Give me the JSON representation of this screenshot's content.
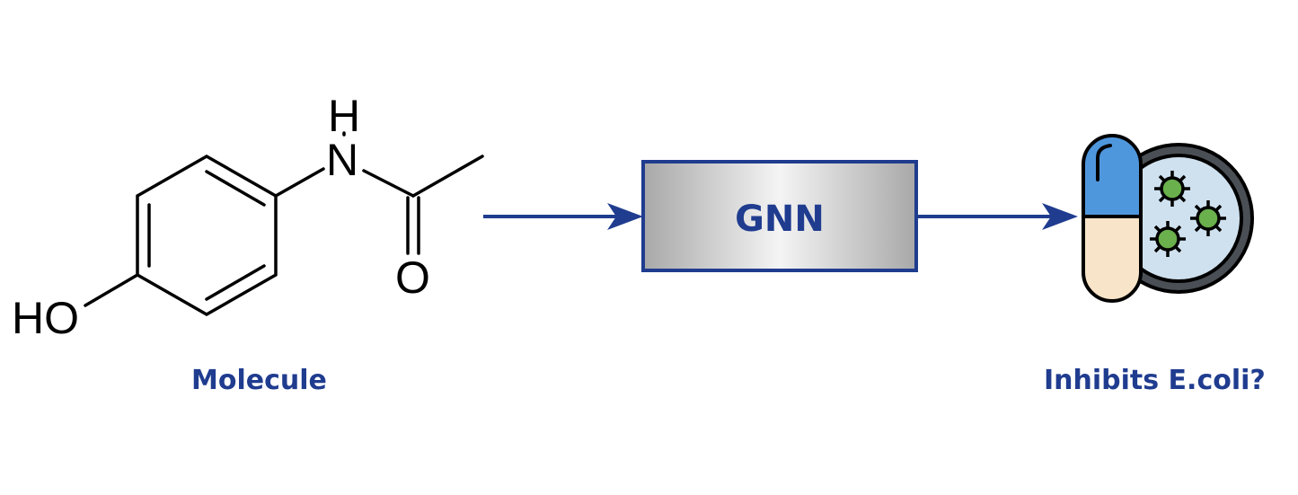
{
  "molecule": {
    "atoms": {
      "hydroxyl": "HO",
      "nitrogen": "N",
      "amide_hydrogen": "H",
      "oxygen": "O"
    },
    "caption": "Molecule"
  },
  "model": {
    "label": "GNN"
  },
  "output": {
    "caption": "Inhibits E.coli?",
    "icon": "capsule-and-petri-dish-bacteria-icon"
  },
  "colors": {
    "accent": "#1f3c8f",
    "capsule_top": "#4f97dd",
    "capsule_bottom": "#f8e4c8",
    "dish": "#cfe1ef",
    "bacteria": "#6ab04c"
  }
}
